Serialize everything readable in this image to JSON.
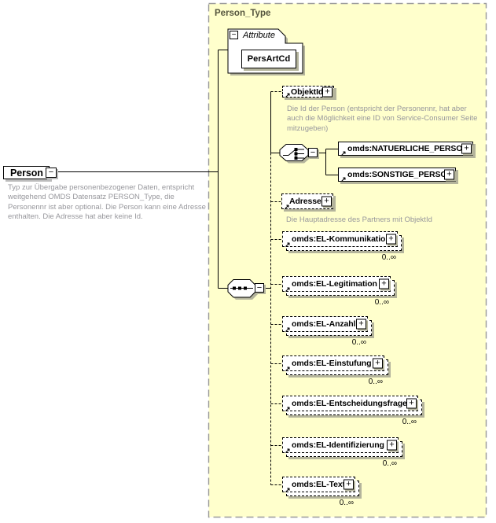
{
  "diagram": {
    "title": "Person_Type",
    "root": {
      "name": "Person",
      "annotation": "Typ zur Übergabe personenbezogener Daten, entspricht weitgehend OMDS Datensatz PERSON_Type, die Personennr ist aber optional. Die Person kann eine Adresse enthalten. Die Adresse hat aber keine Id."
    },
    "attributes": {
      "label": "Attribute",
      "items": [
        {
          "name": "PersArtCd"
        }
      ]
    },
    "icons": {
      "collapse": "−",
      "expand": "+",
      "reference_arrow": "↗"
    },
    "children": [
      {
        "name": "ObjektId",
        "annotation": "Die Id der Person (entspricht der Personennr, hat aber auch die Möglichkeit eine ID von Service-Consumer Seite mitzugeben)"
      },
      {
        "name": "omds:NATUERLICHE_PERSON"
      },
      {
        "name": "omds:SONSTIGE_PERSON"
      },
      {
        "name": "Adresse",
        "annotation": "Die Hauptadresse des Partners mit ObjektId"
      },
      {
        "name": "omds:EL-Kommunikation",
        "occurrence": "0..∞"
      },
      {
        "name": "omds:EL-Legitimation",
        "occurrence": "0..∞"
      },
      {
        "name": "omds:EL-Anzahl",
        "occurrence": "0..∞"
      },
      {
        "name": "omds:EL-Einstufung",
        "occurrence": "0..∞"
      },
      {
        "name": "omds:EL-Entscheidungsfrage",
        "occurrence": "0..∞"
      },
      {
        "name": "omds:EL-Identifizierung",
        "occurrence": "0..∞"
      },
      {
        "name": "omds:EL-Text",
        "occurrence": "0..∞"
      }
    ],
    "colors": {
      "type_fill": "#ffffcc",
      "type_border": "#999999",
      "annotation_text": "#97979c",
      "shadow": "#b4b49c"
    }
  }
}
